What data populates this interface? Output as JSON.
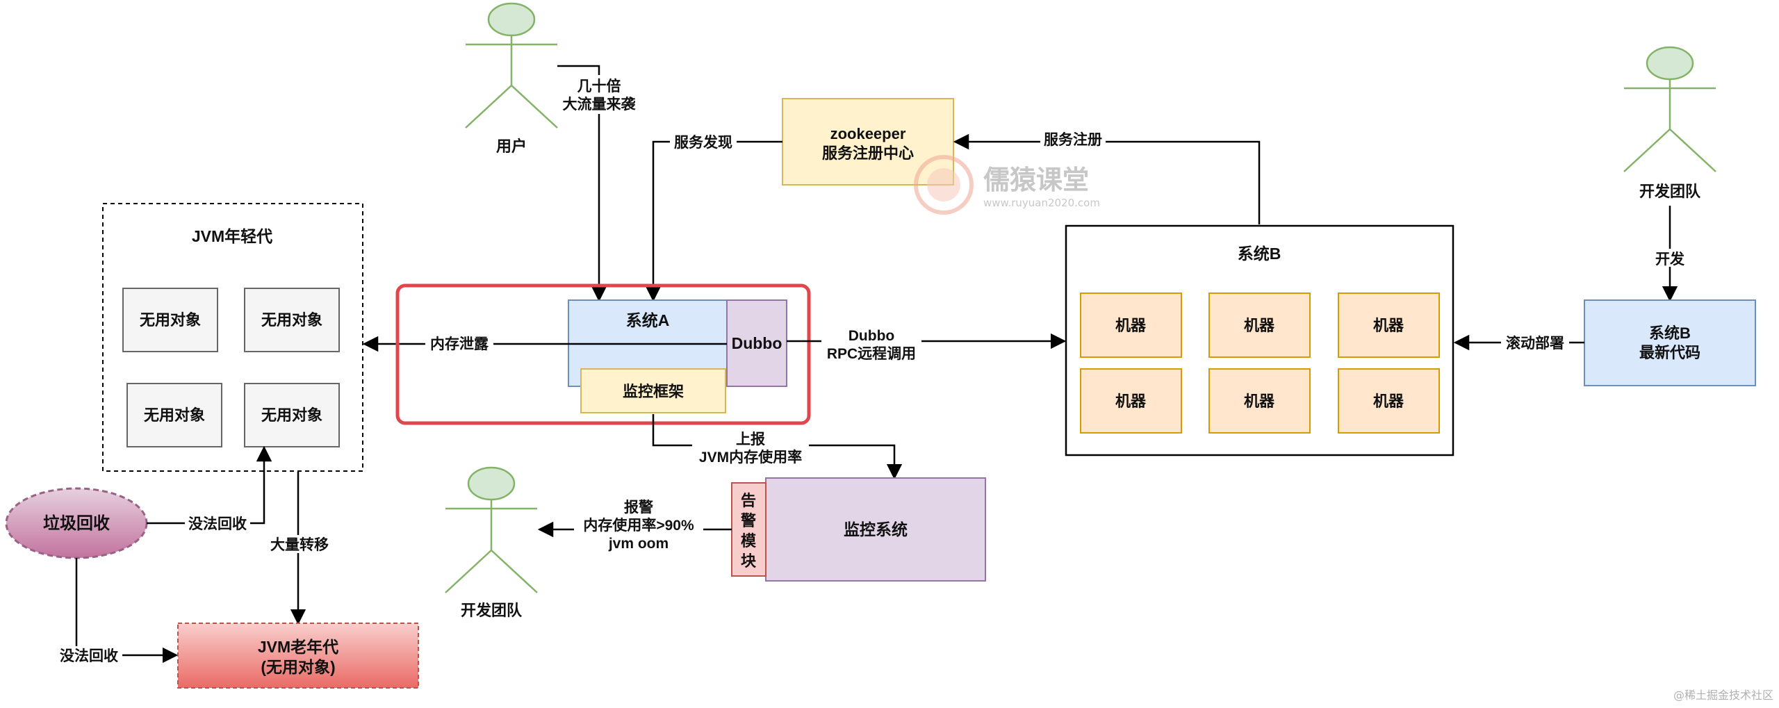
{
  "users": {
    "label": "用户",
    "traffic_line1": "几十倍",
    "traffic_line2": "大流量来袭"
  },
  "zookeeper": {
    "line1": "zookeeper",
    "line2": "服务注册中心",
    "discover_label": "服务发现",
    "register_label": "服务注册"
  },
  "watermark": {
    "brand": "儒猿课堂",
    "url": "www.ruyuan2020.com"
  },
  "dev_team_right": {
    "label": "开发团队",
    "develop_label": "开发"
  },
  "system_b_code": {
    "line1": "系统B",
    "line2": "最新代码",
    "deploy_label": "滚动部署"
  },
  "system_b": {
    "title": "系统B",
    "machines": [
      "机器",
      "机器",
      "机器",
      "机器",
      "机器",
      "机器"
    ]
  },
  "system_a": {
    "title": "系统A",
    "dubbo": "Dubbo",
    "monitor_framework": "监控框架",
    "leak_label": "内存泄露",
    "rpc_line1": "Dubbo",
    "rpc_line2": "RPC远程调用"
  },
  "young_gen": {
    "title": "JVM年轻代",
    "objects": [
      "无用对象",
      "无用对象",
      "无用对象",
      "无用对象"
    ]
  },
  "gc": {
    "label": "垃圾回收",
    "no_reclaim_young": "没法回收",
    "no_reclaim_old": "没法回收",
    "bulk_transfer": "大量转移"
  },
  "old_gen": {
    "line1": "JVM老年代",
    "line2": "(无用对象)"
  },
  "monitor": {
    "report_line1": "上报",
    "report_line2": "JVM内存使用率",
    "system_label": "监控系统",
    "alert_module": [
      "告",
      "警",
      "模",
      "块"
    ],
    "alarm_line1": "报警",
    "alarm_line2": "内存使用率>90%",
    "alarm_line3": "jvm oom"
  },
  "dev_team_bottom": {
    "label": "开发团队"
  },
  "footer": {
    "credit": "@稀土掘金技术社区"
  },
  "colors": {
    "blue_fill": "#dae8fc",
    "blue_stroke": "#6c8ebf",
    "yellow_fill": "#fff2cc",
    "yellow_stroke": "#d6b656",
    "orange_fill": "#ffe6cc",
    "orange_stroke": "#d79b00",
    "purple_fill": "#e1d5e7",
    "purple_stroke": "#9673a6",
    "gray_fill": "#f5f5f5",
    "gray_stroke": "#666666",
    "red_fill": "#f8cecc",
    "red_stroke": "#b85450",
    "green_fill": "#d5e8d4",
    "green_stroke": "#82b366",
    "highlight_red": "#e0474c"
  }
}
